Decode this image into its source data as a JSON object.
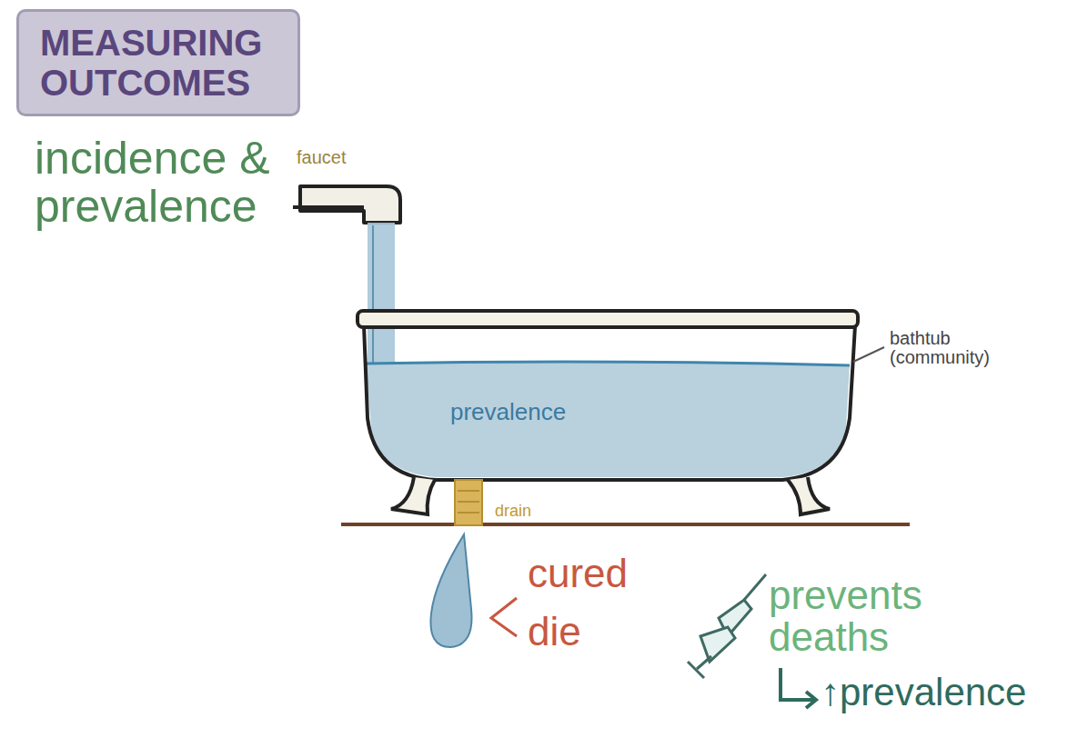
{
  "diagram": {
    "title": "MEASURING OUTCOMES",
    "labels": [
      "incidence & prevalence",
      "faucet",
      "bathtub (community)",
      "prevalence",
      "drain",
      "cured",
      "die",
      "prevents deaths",
      "↑prevalence"
    ]
  }
}
